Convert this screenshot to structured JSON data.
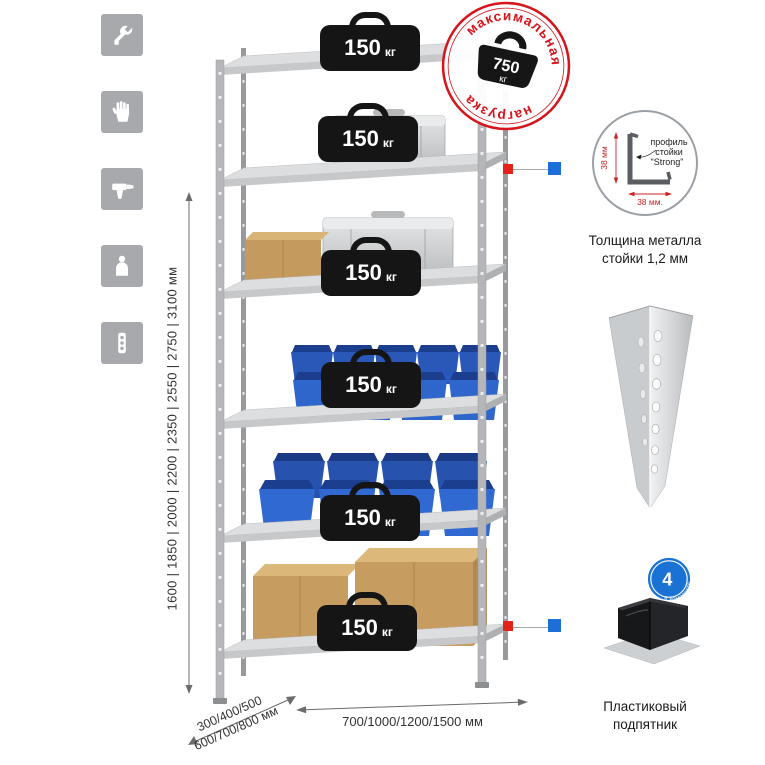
{
  "stamp": {
    "arc_top": "максимальная",
    "arc_bottom": "нагрузка",
    "weight_value": "750",
    "weight_unit": "кг"
  },
  "shelf_weight": {
    "value": "150",
    "unit": "кг"
  },
  "dimensions": {
    "height": "1600 | 1850 | 2000 | 2200 | 2350 | 2550 | 2750 | 3100 мм",
    "depth_line1": "300/400/500",
    "depth_line2": "600/700/800 мм",
    "width": "700/1000/1200/1500 мм"
  },
  "profile_detail": {
    "label_line1": "профиль",
    "label_line2": "стойки",
    "label_line3": "\"Strong\"",
    "dim_vertical": "38 мм",
    "dim_horizontal": "38 мм.",
    "caption_line1": "Толщина металла",
    "caption_line2": "стойки 1,2 мм"
  },
  "foot_detail": {
    "badge_value": "4",
    "badge_text": "в комплекте",
    "caption_line1": "Пластиковый",
    "caption_line2": "подпятник"
  },
  "sidebar_icons": [
    {
      "name": "wrench-icon"
    },
    {
      "name": "work-glove-icon"
    },
    {
      "name": "drill-icon"
    },
    {
      "name": "person-icon"
    },
    {
      "name": "power-strip-icon"
    }
  ],
  "colors": {
    "stamp_red": "#d6151c",
    "marker_red": "#e2231a",
    "marker_blue": "#1b6fd6",
    "bin_blue": "#2f66cc",
    "badge_blue": "#1a72d4",
    "metal_gray": "#c7c9cb",
    "icon_tile_gray": "#a7a9ac"
  }
}
